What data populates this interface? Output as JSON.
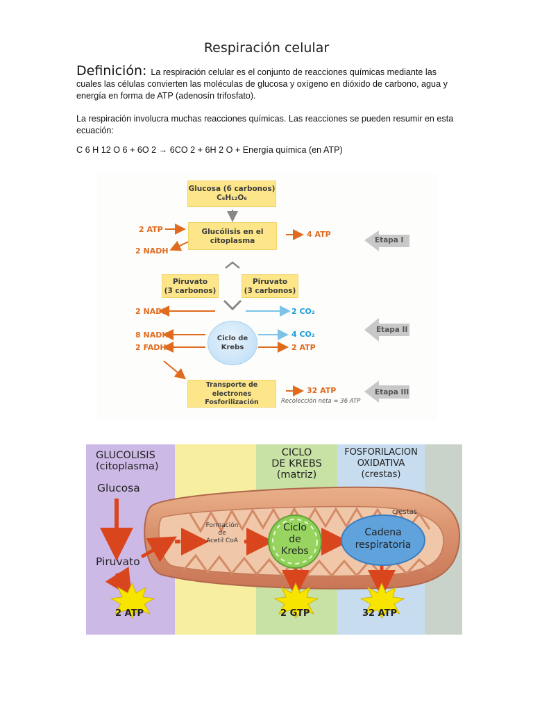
{
  "document": {
    "title": "Respiración celular",
    "definition_heading": "Definición:",
    "definition_text": "La respiración celular es el conjunto de reacciones químicas mediante las cuales las células convierten las moléculas de glucosa y oxígeno en dióxido de carbono, agua y energía en forma de ATP (adenosín trifosfato).",
    "paragraph2": "La respiración involucra muchas reacciones químicas. Las reacciones se pueden resumir en esta ecuación:",
    "equation": "C 6 H 12 O 6 + 6O 2 → 6CO 2 + 6H 2 O + Energía química (en ATP)"
  },
  "diagram1": {
    "glucosa_line1": "Glucosa (6 carbonos)",
    "glucosa_line2": "C₆H₁₂O₆",
    "glucolisis_line1": "Glucólisis en el",
    "glucolisis_line2": "citoplasma",
    "in_2atp": "2 ATP",
    "out_2nadh_top": "2 NADH",
    "out_4atp": "4 ATP",
    "etapa1": "Etapa I",
    "piruvato_left_1": "Piruvato",
    "piruvato_left_2": "(3 carbonos)",
    "piruvato_right_1": "Piruvato",
    "piruvato_right_2": "(3 carbonos)",
    "nadh_2_mid": "2 NADH",
    "co2_2": "2 CO₂",
    "krebs_1": "Ciclo de",
    "krebs_2": "Krebs",
    "nadh_8": "8 NADH",
    "fadh_2": "2 FADH₂",
    "co2_4": "4 CO₂",
    "atp_2_krebs": "2 ATP",
    "etapa2": "Etapa II",
    "transporte_1": "Transporte de",
    "transporte_2": "electrones",
    "transporte_3": "Fosforilización",
    "atp_32": "32 ATP",
    "etapa3": "Etapa III",
    "recoleccion": "Recolección neta = 36 ATP",
    "colors": {
      "box": "#fde68a",
      "orange": "#e06a1e",
      "blue": "#1b9cd8",
      "etapa": "#c8c8c8"
    }
  },
  "diagram2": {
    "glucolisis_header_1": "GLUCOLISIS",
    "glucolisis_header_2": "(citoplasma)",
    "ciclo_header_1": "CICLO",
    "ciclo_header_2": "DE KREBS",
    "ciclo_header_3": "(matriz)",
    "fosfo_header_1": "FOSFORILACION",
    "fosfo_header_2": "OXIDATIVA",
    "fosfo_header_3": "(crestas)",
    "glucosa": "Glucosa",
    "piruvato": "Piruvato",
    "formacion_1": "Formación",
    "formacion_2": "de",
    "formacion_3": "Acetil CoA",
    "krebs_1": "Ciclo",
    "krebs_2": "de",
    "krebs_3": "Krebs",
    "cadena_1": "Cadena",
    "cadena_2": "respiratoria",
    "crestas": "crestas",
    "atp_2": "2 ATP",
    "gtp_2": "2 GTP",
    "atp_32": "32 ATP",
    "colors": {
      "glucolisis": "#cdb9e6",
      "middle": "#f7eea0",
      "krebs": "#c7e2a4",
      "fosfo": "#c7dcef",
      "arrow": "#d9461e",
      "star": "#f7e500"
    }
  }
}
